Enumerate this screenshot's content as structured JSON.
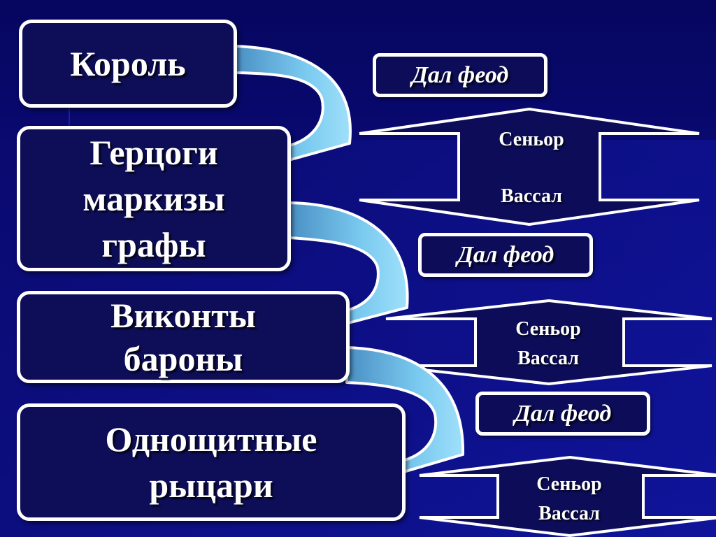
{
  "hierarchy": {
    "king": "Король",
    "dukes_line1": "Герцоги",
    "dukes_line2": "маркизы",
    "dukes_line3": "графы",
    "viscounts_line1": "Виконты",
    "viscounts_line2": "бароны",
    "knights_line1": "Однощитные",
    "knights_line2": "рыцари"
  },
  "grants": [
    {
      "label": "Дал феод"
    },
    {
      "label": "Дал феод"
    },
    {
      "label": "Дал феод"
    }
  ],
  "relations": [
    {
      "top": "Сеньор",
      "bottom": "Вассал"
    },
    {
      "top": "Сеньор",
      "bottom": "Вассал"
    },
    {
      "top": "Сеньор",
      "bottom": "Вассал"
    }
  ],
  "icons": [
    "curved-arrow-icon",
    "double-arrow-icon"
  ],
  "colors": {
    "background": "#0a0a6e",
    "box_fill": "#0e0e58",
    "border": "#ffffff",
    "arrow": "#6ec8f0"
  }
}
